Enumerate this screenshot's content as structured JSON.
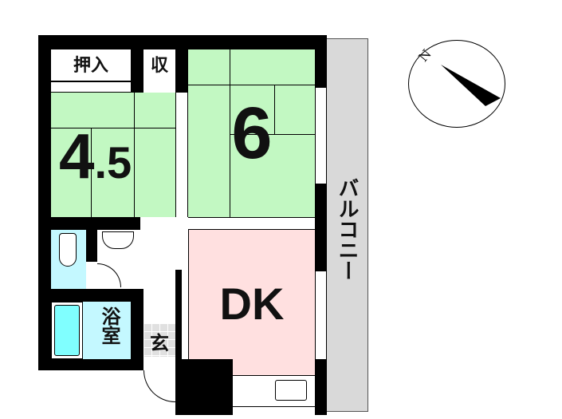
{
  "rooms": {
    "closet_oshiire": "押入",
    "closet_shu": "収",
    "room_a_size": "4",
    "room_a_decimal": ".5",
    "room_b_size": "6",
    "dining_kitchen": "DK",
    "bathroom": "浴室",
    "entrance": "玄",
    "balcony": "バルコニー"
  },
  "compass": {
    "north_label": "N"
  },
  "colors": {
    "tatami": "#c2f8c2",
    "wet_area": "#c4f8ff",
    "dk": "#ffe0e0",
    "balcony": "#d9d9d9",
    "bathtub": "#80ffff"
  }
}
